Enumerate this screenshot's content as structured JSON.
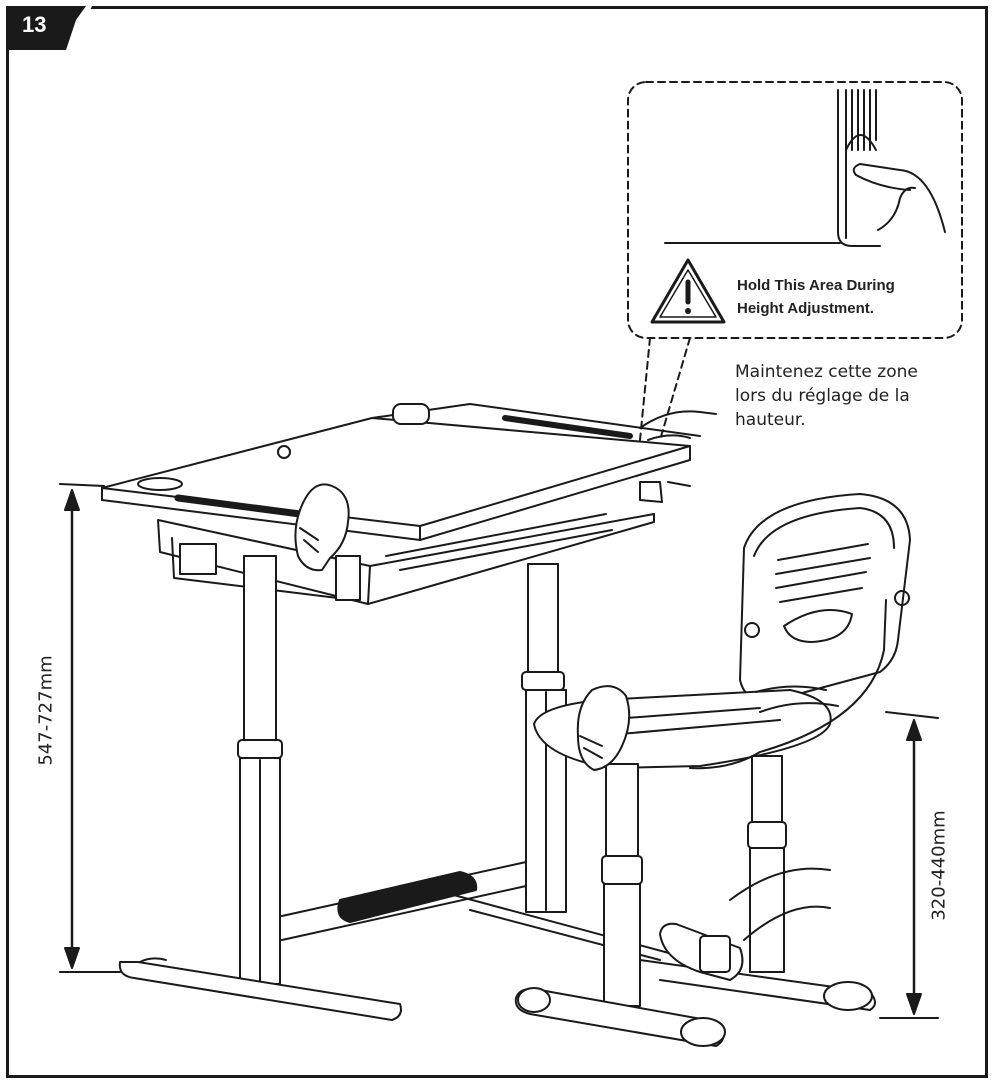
{
  "step_number": "13",
  "callout": {
    "line1": "Hold This Area During",
    "line2": "Height Adjustment."
  },
  "french_note": {
    "line1": "Maintenez cette zone",
    "line2": "lors du réglage de la",
    "line3": "hauteur."
  },
  "dimensions": {
    "desk_height": "547-727mm",
    "seat_height": "320-440mm"
  },
  "icons": {
    "warning": "warning-icon"
  },
  "colors": {
    "line": "#1a1a1a",
    "badge": "#1a1a1a"
  }
}
